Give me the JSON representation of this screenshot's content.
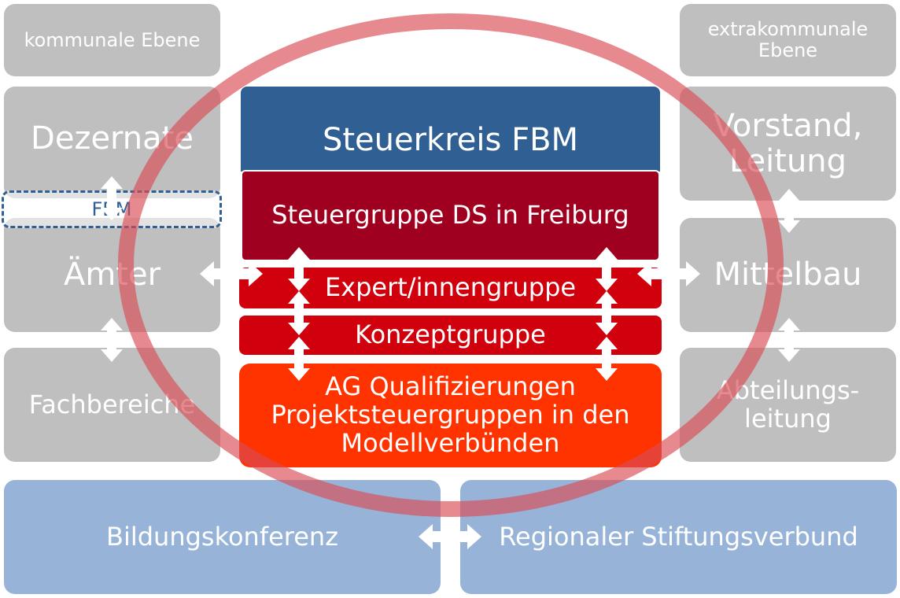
{
  "left": {
    "header": "kommunale Ebene",
    "dezernate": "Dezernate",
    "fbm": "FBM",
    "aemter": "Ämter",
    "fachbereiche": "Fachbereiche"
  },
  "right": {
    "header": "extrakommunale Ebene",
    "vorstand": "Vorstand, Leitung",
    "mittelbau": "Mittelbau",
    "abteilung": "Abteilungs-\nleitung"
  },
  "center": {
    "steuerkreis": "Steuerkreis FBM",
    "steuergruppe": "Steuergruppe DS in Freiburg",
    "expert": "Expert/innengruppe",
    "konzept": "Konzeptgruppe",
    "ag": "AG Qualifizierungen\nProjektsteuergruppen in den\nModellverbünden"
  },
  "bottom": {
    "bildung": "Bildungskonferenz",
    "stiftung": "Regionaler Stiftungsverbund"
  },
  "colors": {
    "grey": "#bfbfbf",
    "navy": "#2f5f93",
    "crimson": "#a00020",
    "red": "#d0000d",
    "orange": "#ff3300",
    "blue": "#97b4d8",
    "ellipse": "#e08080"
  }
}
